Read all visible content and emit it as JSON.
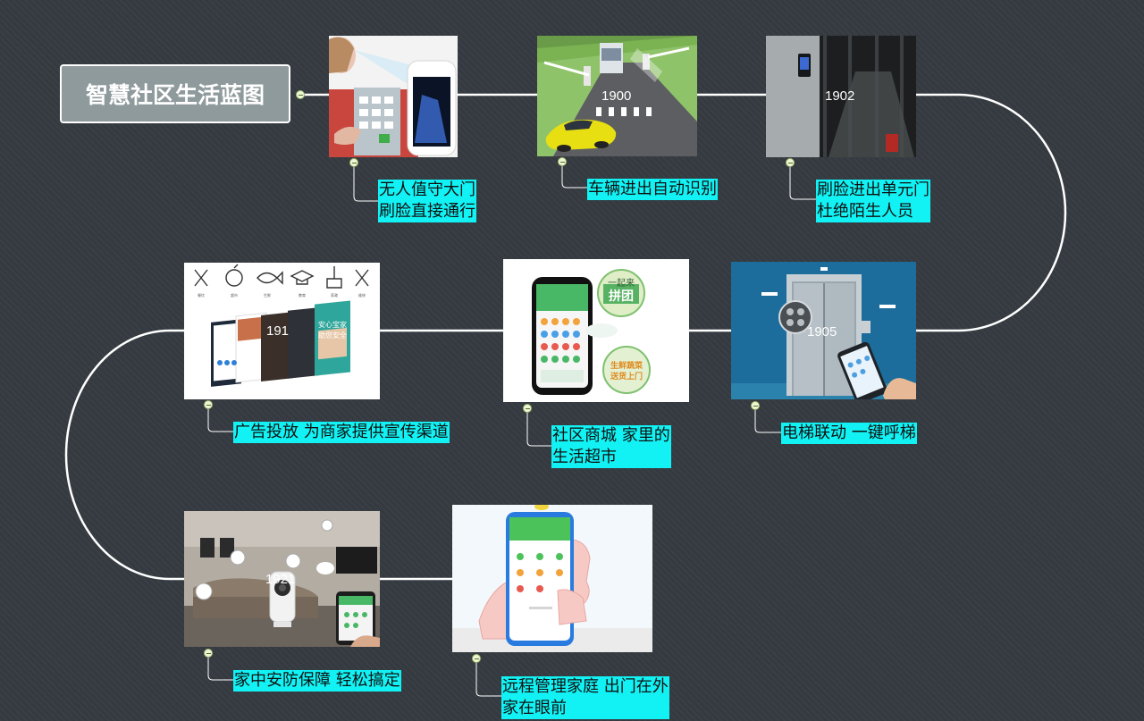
{
  "root": {
    "title": "智慧社区生活蓝图"
  },
  "nodes": [
    {
      "id": "face-gate",
      "number": "",
      "caption_lines": [
        "无人值守大门",
        "刷脸直接通行"
      ]
    },
    {
      "id": "vehicle-recognition",
      "number": "1900",
      "caption_lines": [
        "车辆进出自动识别"
      ]
    },
    {
      "id": "unit-face-access",
      "number": "1902",
      "caption_lines": [
        "刷脸进出单元门",
        "杜绝陌生人员"
      ]
    },
    {
      "id": "elevator-link",
      "number": "1905",
      "caption_lines": [
        "电梯联动 一键呼梯"
      ]
    },
    {
      "id": "community-mall",
      "number": "",
      "caption_lines": [
        "社区商城 家里的",
        "生活超市"
      ]
    },
    {
      "id": "advertising",
      "number": "191",
      "caption_lines": [
        "广告投放 为商家提供宣传渠道"
      ]
    },
    {
      "id": "home-security",
      "number": "1921",
      "caption_lines": [
        "家中安防保障 轻松搞定"
      ]
    },
    {
      "id": "remote-home",
      "number": "",
      "caption_lines": [
        "远程管理家庭 出门在外",
        "家在眼前"
      ]
    }
  ],
  "mall_badges": {
    "group_buy_top": "一起来",
    "group_buy_bottom": "拼团",
    "delivery_top": "生鲜蔬菜",
    "delivery_bottom": "送货上门"
  },
  "ad_banner": {
    "line1": "安心宝家",
    "line2": "助您安全"
  },
  "ad_categories": [
    "餐饮",
    "超市",
    "生鲜",
    "教育",
    "家政",
    "维修"
  ],
  "colors": {
    "background": "#343a40",
    "connector": "#ffffff",
    "caption_bg": "#12f2f4",
    "root_bg": "#8f9a9c",
    "toggle_bg": "#eef7d5"
  },
  "icons": [
    "collapse-toggle-icon",
    "fork-knife-icon",
    "basket-icon",
    "fish-icon",
    "graduation-cap-icon",
    "broom-icon",
    "wrench-icon"
  ]
}
